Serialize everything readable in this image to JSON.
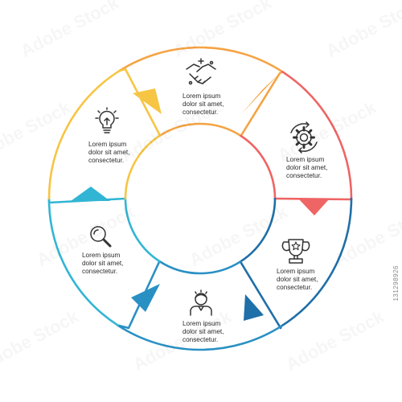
{
  "segments": [
    {
      "id": "handshake",
      "color": "#f5a343",
      "icon": "handshake-icon",
      "lines": [
        "Lorem ipsum",
        "dolor sit amet,",
        "consectetur."
      ]
    },
    {
      "id": "gear",
      "color": "#ef6464",
      "icon": "gear-icon",
      "lines": [
        "Lorem ipsum",
        "dolor sit amet,",
        "consectetur."
      ]
    },
    {
      "id": "trophy",
      "color": "#1f6fa8",
      "icon": "trophy-icon",
      "lines": [
        "Lorem ipsum",
        "dolor sit amet,",
        "consectetur."
      ]
    },
    {
      "id": "person",
      "color": "#2990c4",
      "icon": "person-icon",
      "lines": [
        "Lorem ipsum",
        "dolor sit amet,",
        "consectetur."
      ]
    },
    {
      "id": "search",
      "color": "#32b5d4",
      "icon": "search-icon",
      "lines": [
        "Lorem ipsum",
        "dolor sit amet,",
        "consectetur."
      ]
    },
    {
      "id": "idea",
      "color": "#f7c544",
      "icon": "lightbulb-icon",
      "lines": [
        "Lorem ipsum",
        "dolor sit amet,",
        "consectetur."
      ]
    }
  ],
  "stock_id": "131298926",
  "watermark_text": "Adobe Stock"
}
